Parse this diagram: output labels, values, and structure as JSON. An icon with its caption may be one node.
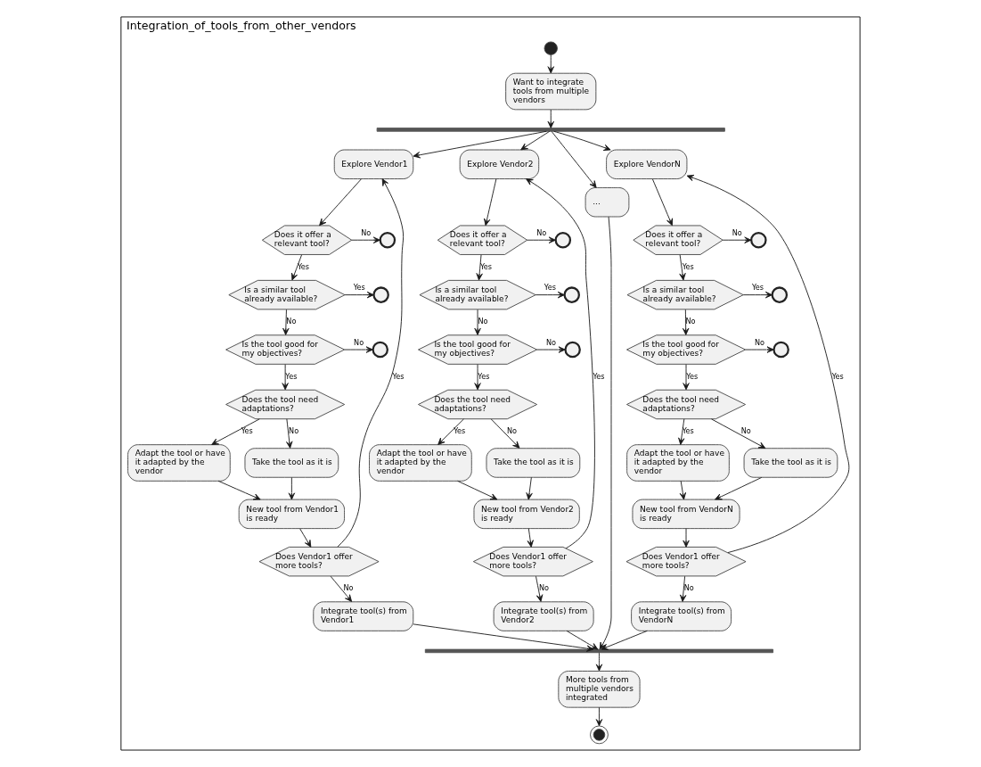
{
  "diagram": {
    "nodes": [
      {
        "text": [
          "Integration_of_tools_from_other_vendors"
        ]
      },
      {
        "text": [],
        "shape": "circle",
        "in": 0
      },
      {
        "text": [
          "Want to integrate tools from multiple vendors"
        ],
        "in": 0
      },
      {
        "text": [],
        "shape": "bar",
        "in": 0
      },
      {
        "text": [
          "Explore Vendor1"
        ],
        "in": 0
      },
      {
        "text": [
          "Does it offer a relevant tool?"
        ],
        "in": 0
      },
      {
        "text": [],
        "shape": "circle",
        "in": 0
      },
      {
        "text": [
          "Is a similar tool already available?"
        ],
        "in": 0
      },
      {
        "text": [],
        "shape": "circle",
        "in": 0
      },
      {
        "text": [
          "Is the tool good for my objectives?"
        ],
        "in": 0
      },
      {
        "text": [],
        "shape": "circle",
        "in": 0
      },
      {
        "text": [
          "Does the tool need adaptations?"
        ],
        "in": 0
      },
      {
        "text": [
          "Adapt the tool or have it adapted by the vendor"
        ],
        "in": 0
      },
      {
        "text": [
          "Take the tool as it is"
        ],
        "in": 0
      },
      {
        "text": [
          "New tool from Vendor1 is ready"
        ],
        "in": 0
      },
      {
        "text": [
          "Does Vendor1 offer more tools?"
        ],
        "in": 0
      },
      {
        "text": [
          "Integrate tool(s) from Vendor1"
        ],
        "in": 0
      },
      {
        "text": [
          "Explore Vendor2"
        ],
        "in": 0
      },
      {
        "text": [
          "Does it offer a relevant tool?"
        ],
        "in": 0
      },
      {
        "text": [],
        "shape": "circle",
        "in": 0
      },
      {
        "text": [
          "Is a similar tool already available?"
        ],
        "in": 0
      },
      {
        "text": [],
        "shape": "circle",
        "in": 0
      },
      {
        "text": [
          "Is the tool good for my objectives?"
        ],
        "in": 0
      },
      {
        "text": [],
        "shape": "circle",
        "in": 0
      },
      {
        "text": [
          "Does the tool need adaptations?"
        ],
        "in": 0
      },
      {
        "text": [
          "Adapt the tool or have it adapted by the vendor"
        ],
        "in": 0
      },
      {
        "text": [
          "Take the tool as it is"
        ],
        "in": 0
      },
      {
        "text": [
          "New tool from Vendor2 is ready"
        ],
        "in": 0
      },
      {
        "text": [
          "Does Vendor1 offer more tools?"
        ],
        "in": 0
      },
      {
        "text": [
          "Integrate tool(s) from Vendor2"
        ],
        "in": 0
      },
      {
        "text": [
          "..."
        ],
        "in": 0
      },
      {
        "text": [
          "Explore VendorN"
        ],
        "in": 0
      },
      {
        "text": [
          "Does it offer a relevant tool?"
        ],
        "in": 0
      },
      {
        "text": [],
        "shape": "circle",
        "in": 0
      },
      {
        "text": [
          "Is a similar tool already available?"
        ],
        "in": 0
      },
      {
        "text": [],
        "shape": "circle",
        "in": 0
      },
      {
        "text": [
          "Is the tool good for my objectives?"
        ],
        "in": 0
      },
      {
        "text": [],
        "shape": "circle",
        "in": 0
      },
      {
        "text": [
          "Does the tool need adaptations?"
        ],
        "in": 0
      },
      {
        "text": [
          "Adapt the tool or have it adapted by the vendor"
        ],
        "in": 0
      },
      {
        "text": [
          "Take the tool as it is"
        ],
        "in": 0
      },
      {
        "text": [
          "New tool from VendorN is ready"
        ],
        "in": 0
      },
      {
        "text": [
          "Does Vendor1 offer more tools?"
        ],
        "in": 0
      },
      {
        "text": [
          "Integrate tool(s) from VendorN"
        ],
        "in": 0
      },
      {
        "text": [],
        "shape": "bar",
        "in": 0
      },
      {
        "text": [
          "More tools from multiple vendors integrated"
        ],
        "in": 0
      },
      {
        "text": [],
        "shape": "circle",
        "in": 0
      }
    ],
    "edges": [
      {
        "from": 1,
        "to": 2,
        "arrow": "to"
      },
      {
        "from": 2,
        "to": 3,
        "arrow": "to"
      },
      {
        "from": 3,
        "to": 4,
        "arrow": "to"
      },
      {
        "from": 4,
        "to": 5,
        "arrow": "to"
      },
      {
        "from": 5,
        "to": 6,
        "arrow": "to",
        "label": "No"
      },
      {
        "from": 5,
        "to": 7,
        "arrow": "to",
        "label": "Yes"
      },
      {
        "from": 7,
        "to": 8,
        "arrow": "to",
        "label": "Yes"
      },
      {
        "from": 7,
        "to": 9,
        "arrow": "to",
        "label": "No"
      },
      {
        "from": 9,
        "to": 10,
        "arrow": "to",
        "label": "No"
      },
      {
        "from": 9,
        "to": 11,
        "arrow": "to",
        "label": "Yes"
      },
      {
        "from": 11,
        "to": 12,
        "arrow": "to",
        "label": "Yes"
      },
      {
        "from": 11,
        "to": 13,
        "arrow": "to",
        "label": "No"
      },
      {
        "from": 12,
        "to": 14,
        "arrow": "to"
      },
      {
        "from": 13,
        "to": 14,
        "arrow": "to"
      },
      {
        "from": 14,
        "to": 15,
        "arrow": "to"
      },
      {
        "from": 15,
        "to": 4,
        "arrow": "to",
        "label": "Yes"
      },
      {
        "from": 15,
        "to": 16,
        "arrow": "to",
        "label": "No"
      },
      {
        "from": 16,
        "to": 44,
        "arrow": "to"
      },
      {
        "from": 3,
        "to": 17,
        "arrow": "to"
      },
      {
        "from": 17,
        "to": 18,
        "arrow": "to"
      },
      {
        "from": 18,
        "to": 19,
        "arrow": "to",
        "label": "No"
      },
      {
        "from": 18,
        "to": 20,
        "arrow": "to",
        "label": "Yes"
      },
      {
        "from": 20,
        "to": 21,
        "arrow": "to",
        "label": "Yes"
      },
      {
        "from": 20,
        "to": 22,
        "arrow": "to",
        "label": "No"
      },
      {
        "from": 22,
        "to": 23,
        "arrow": "to",
        "label": "No"
      },
      {
        "from": 22,
        "to": 24,
        "arrow": "to",
        "label": "Yes"
      },
      {
        "from": 24,
        "to": 25,
        "arrow": "to",
        "label": "Yes"
      },
      {
        "from": 24,
        "to": 26,
        "arrow": "to",
        "label": "No"
      },
      {
        "from": 25,
        "to": 27,
        "arrow": "to"
      },
      {
        "from": 26,
        "to": 27,
        "arrow": "to"
      },
      {
        "from": 27,
        "to": 28,
        "arrow": "to"
      },
      {
        "from": 28,
        "to": 17,
        "arrow": "to",
        "label": "Yes"
      },
      {
        "from": 28,
        "to": 29,
        "arrow": "to",
        "label": "No"
      },
      {
        "from": 29,
        "to": 44,
        "arrow": "to"
      },
      {
        "from": 3,
        "to": 30,
        "arrow": "to"
      },
      {
        "from": 30,
        "to": 44,
        "arrow": "to"
      },
      {
        "from": 3,
        "to": 31,
        "arrow": "to"
      },
      {
        "from": 31,
        "to": 32,
        "arrow": "to"
      },
      {
        "from": 32,
        "to": 33,
        "arrow": "to",
        "label": "No"
      },
      {
        "from": 32,
        "to": 34,
        "arrow": "to",
        "label": "Yes"
      },
      {
        "from": 34,
        "to": 35,
        "arrow": "to",
        "label": "Yes"
      },
      {
        "from": 34,
        "to": 36,
        "arrow": "to",
        "label": "No"
      },
      {
        "from": 36,
        "to": 37,
        "arrow": "to",
        "label": "No"
      },
      {
        "from": 36,
        "to": 38,
        "arrow": "to",
        "label": "Yes"
      },
      {
        "from": 38,
        "to": 39,
        "arrow": "to",
        "label": "Yes"
      },
      {
        "from": 38,
        "to": 40,
        "arrow": "to",
        "label": "No"
      },
      {
        "from": 39,
        "to": 41,
        "arrow": "to"
      },
      {
        "from": 40,
        "to": 41,
        "arrow": "to"
      },
      {
        "from": 41,
        "to": 42,
        "arrow": "to"
      },
      {
        "from": 42,
        "to": 31,
        "arrow": "to",
        "label": "Yes"
      },
      {
        "from": 42,
        "to": 43,
        "arrow": "to",
        "label": "No"
      },
      {
        "from": 43,
        "to": 44,
        "arrow": "to"
      },
      {
        "from": 44,
        "to": 45,
        "arrow": "to"
      },
      {
        "from": 45,
        "to": 46,
        "arrow": "to"
      }
    ]
  }
}
